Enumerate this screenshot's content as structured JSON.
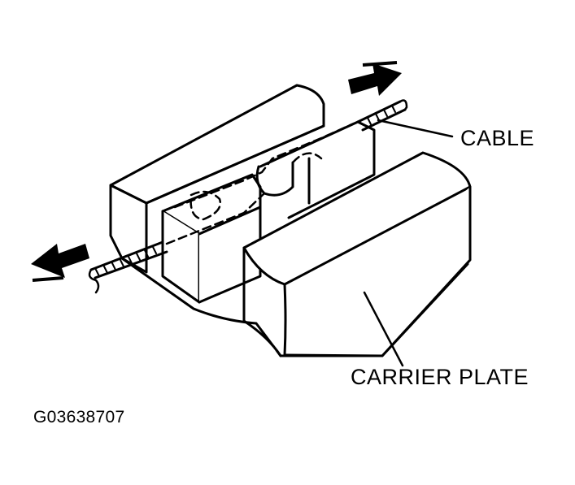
{
  "labels": {
    "cable": "CABLE",
    "carrier_plate": "CARRIER PLATE",
    "figure_code": "G03638707"
  },
  "colors": {
    "ink": "#000000",
    "paper": "#ffffff"
  },
  "icons": {
    "left_arrow": "arrow-left-icon",
    "right_arrow": "arrow-right-icon"
  }
}
